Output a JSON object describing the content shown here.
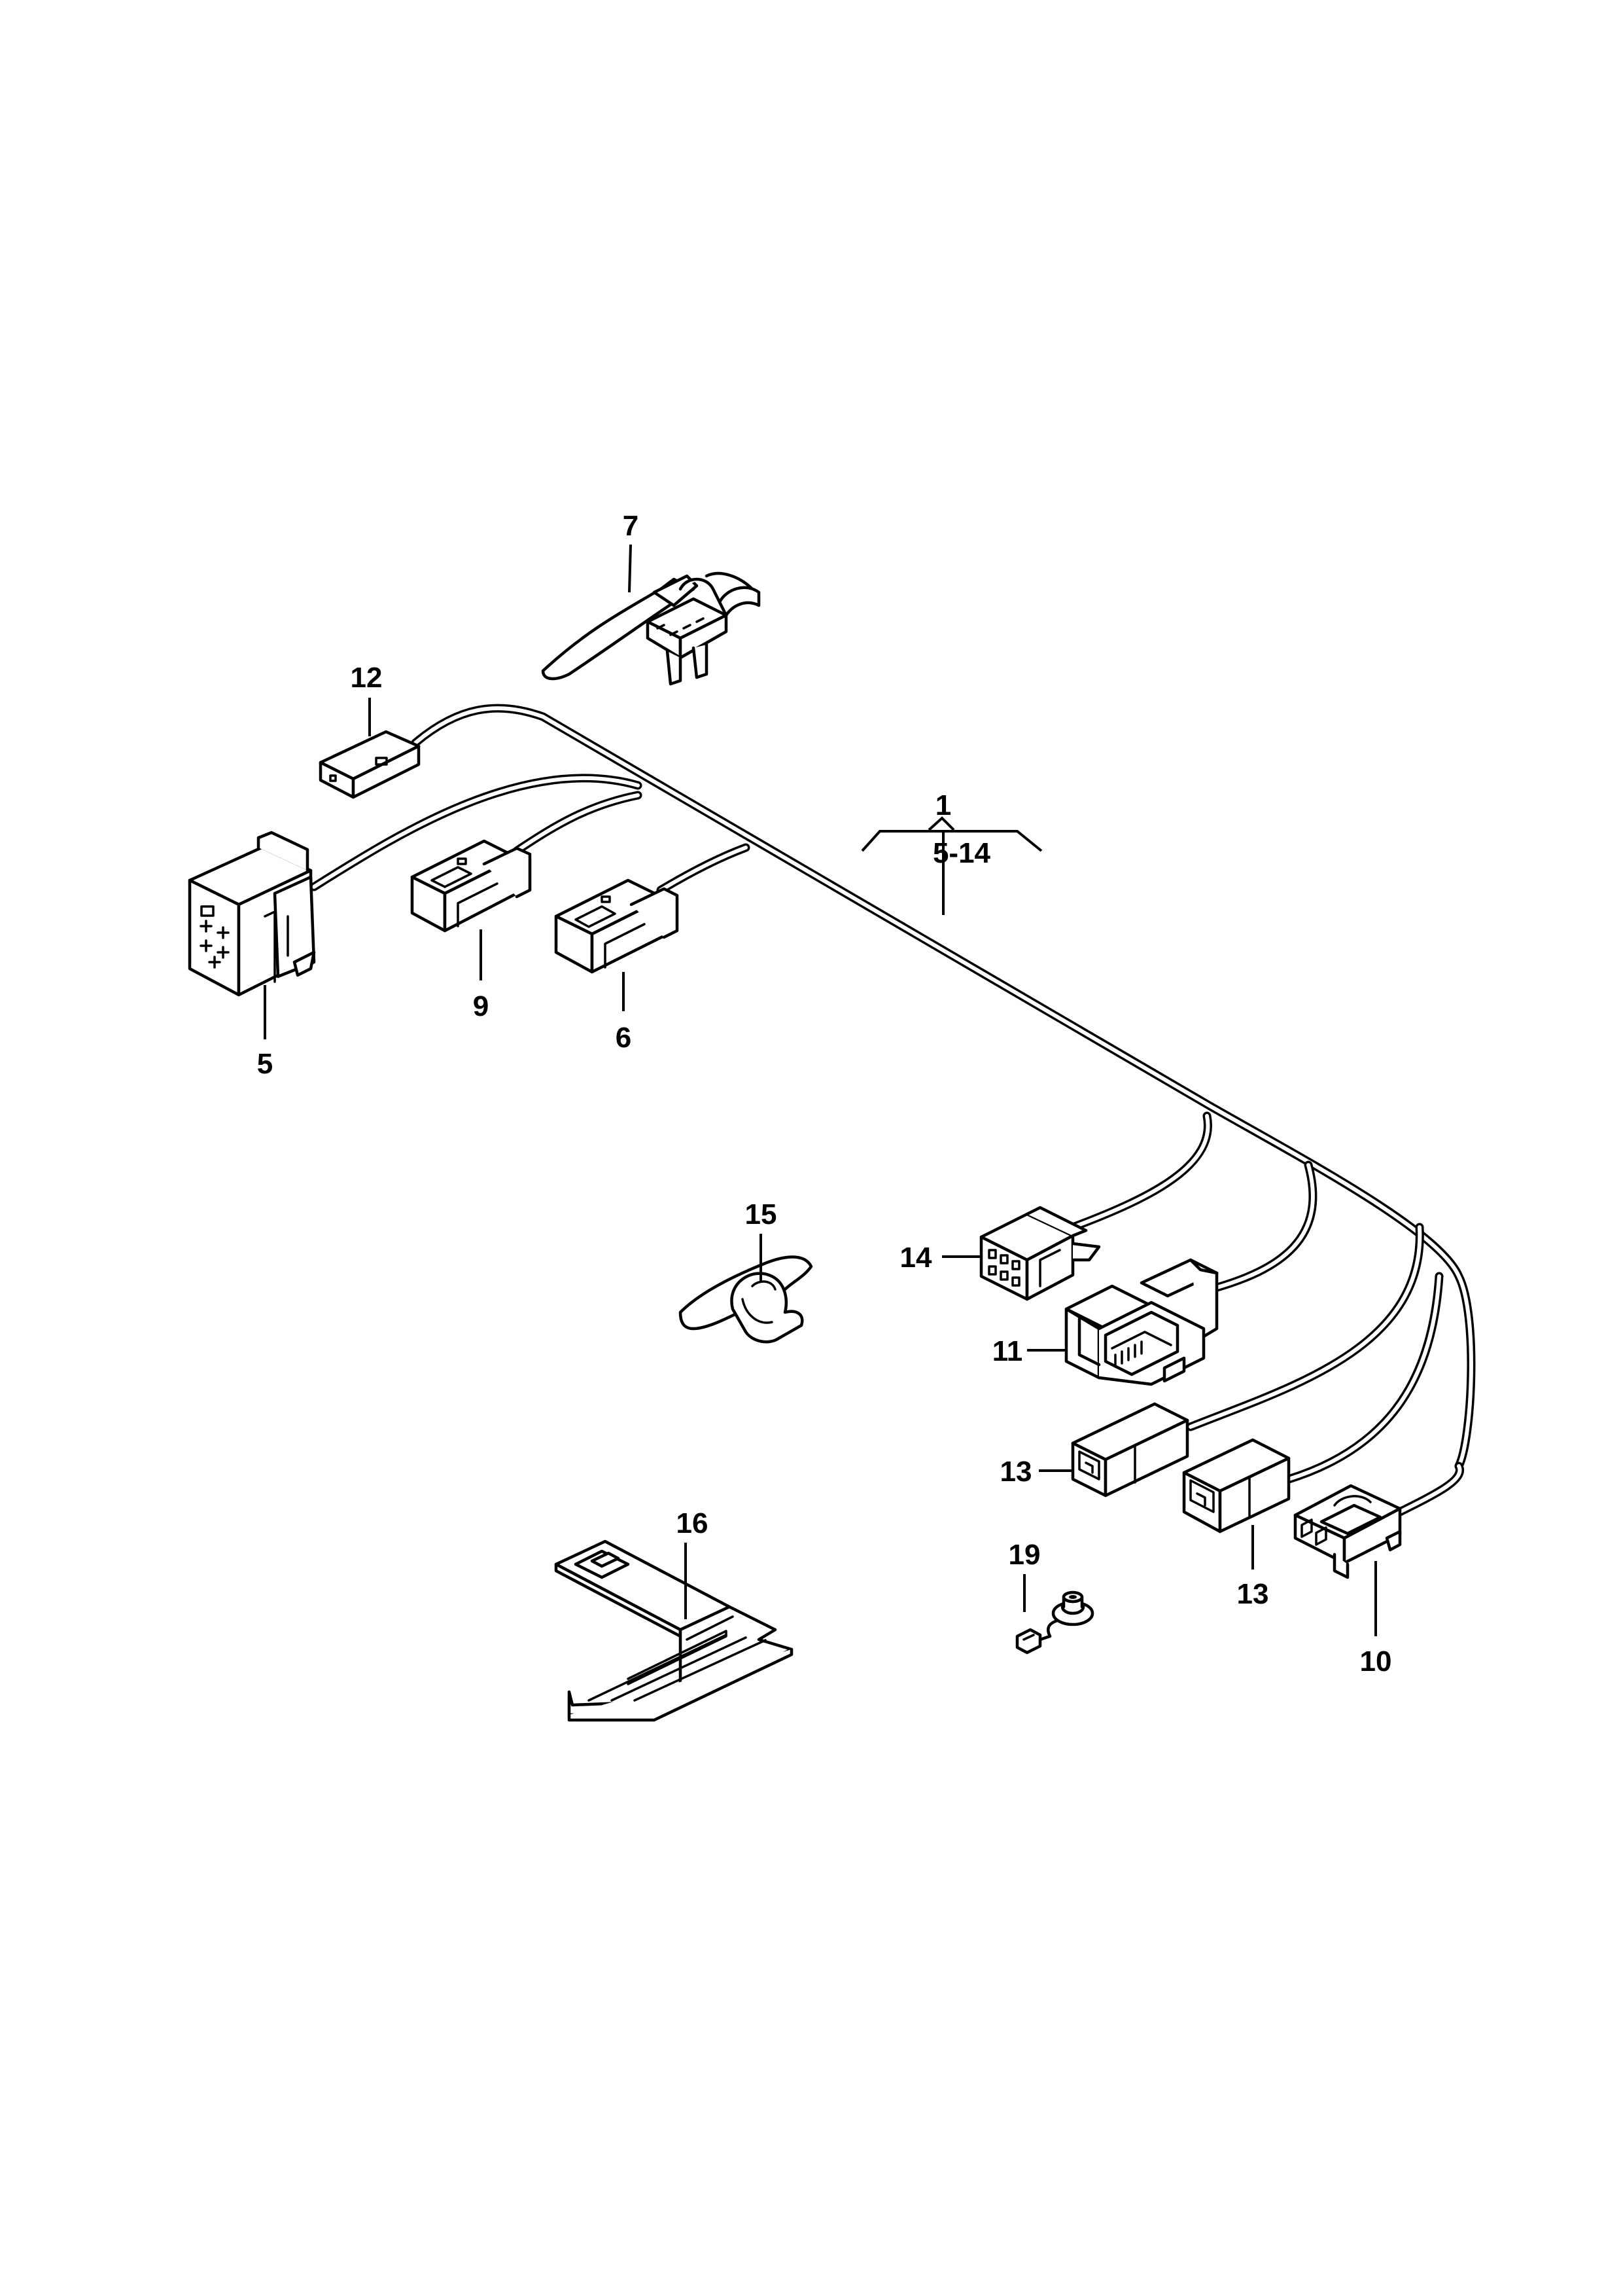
{
  "callouts": {
    "c1": "1",
    "c1_range": "5-14",
    "c5": "5",
    "c6": "6",
    "c7": "7",
    "c9": "9",
    "c10": "10",
    "c11": "11",
    "c12": "12",
    "c13a": "13",
    "c13b": "13",
    "c14": "14",
    "c15": "15",
    "c16": "16",
    "c19": "19"
  }
}
